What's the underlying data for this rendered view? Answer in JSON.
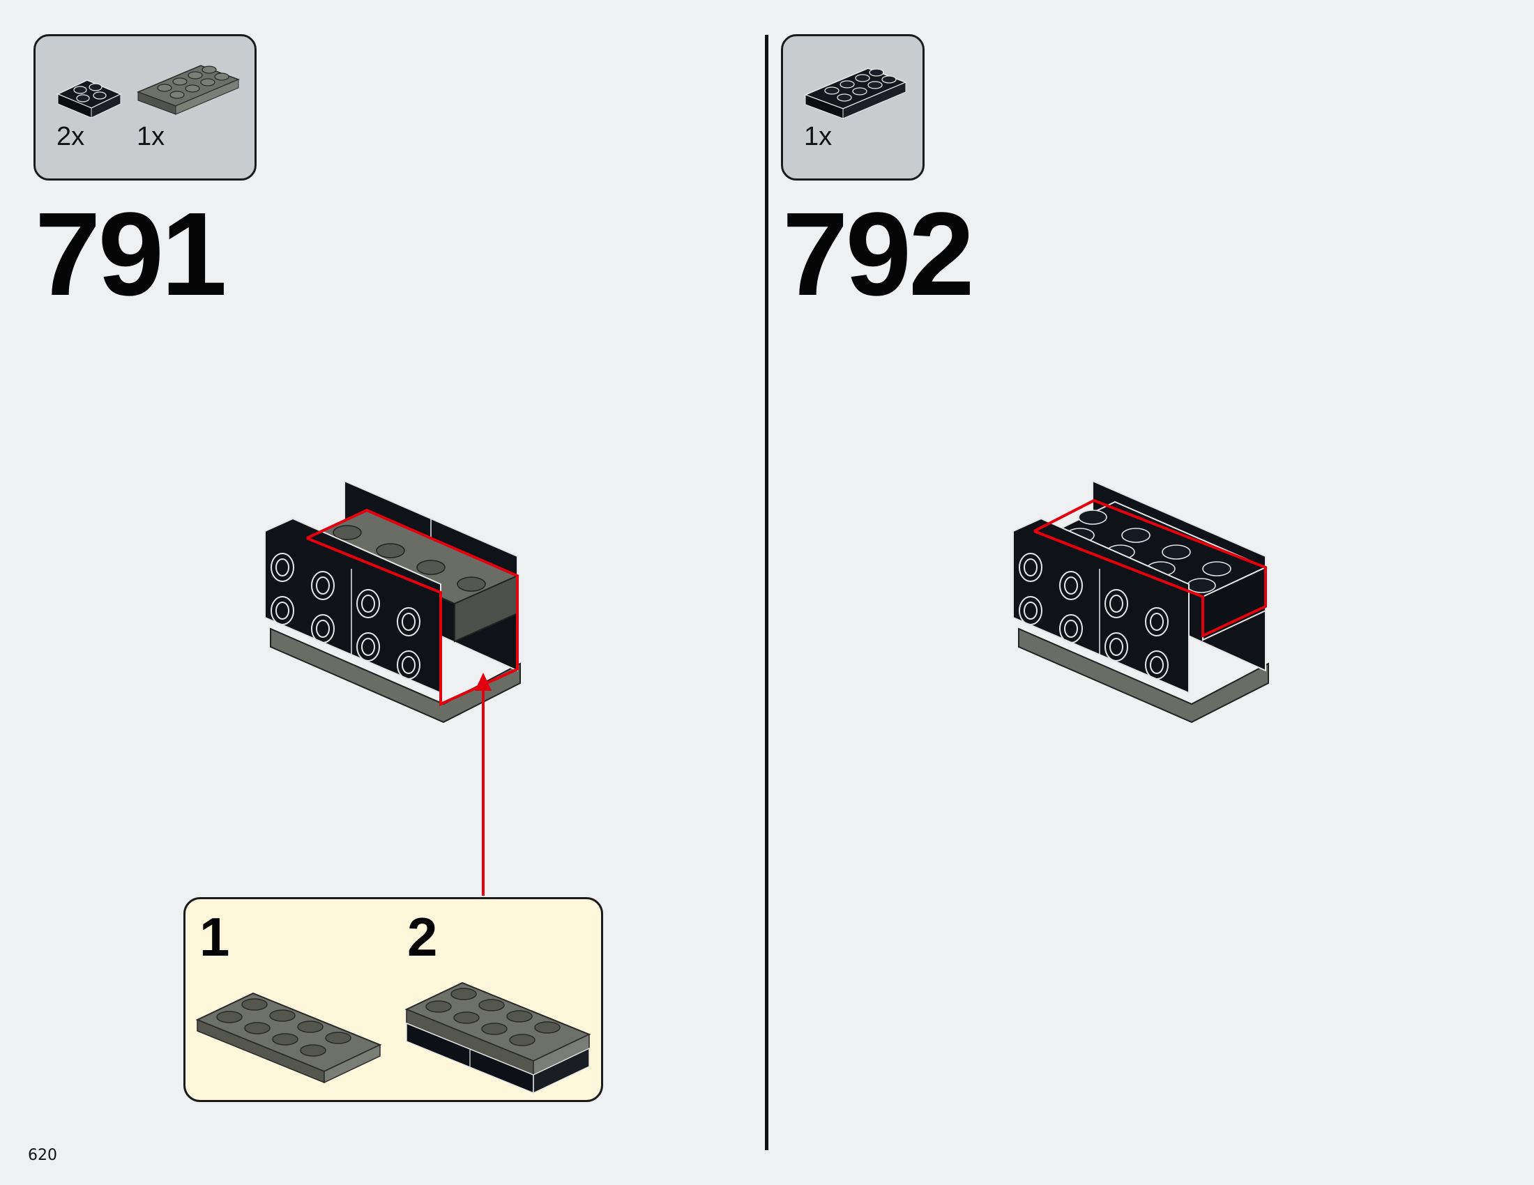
{
  "page": {
    "number": "620"
  },
  "steps": [
    {
      "number": "791",
      "parts": [
        {
          "name": "plate-2x2-black-icon",
          "qty": "2x"
        },
        {
          "name": "plate-2x4-dark-gray-icon",
          "qty": "1x"
        }
      ],
      "sub_assembly": {
        "steps": [
          {
            "number": "1",
            "part": "plate-2x4-dark-gray-icon"
          },
          {
            "number": "2",
            "part": "plate-2x4-stacked-icon"
          }
        ]
      }
    },
    {
      "number": "792",
      "parts": [
        {
          "name": "plate-2x4-black-icon",
          "qty": "1x"
        }
      ]
    }
  ],
  "colors": {
    "background": "#eef0f1",
    "parts_panel": "#c8ccce",
    "callout_panel": "#fff7dc",
    "highlight": "#e3000f",
    "brick_black": "#0d1015",
    "brick_dark_gray": "#6b6d66"
  }
}
